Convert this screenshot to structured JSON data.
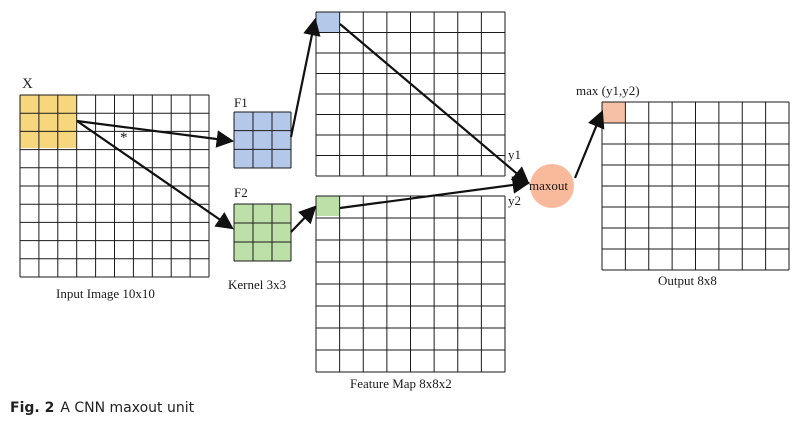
{
  "labels": {
    "x": "X",
    "star": "*",
    "f1": "F1",
    "f2": "F2",
    "y1": "y1",
    "y2": "y2",
    "maxout": "maxout",
    "max_label": "max (y1,y2)",
    "input_caption": "Input Image 10x10",
    "kernel_caption": "Kernel 3x3",
    "feature_caption": "Feature Map 8x8x2",
    "output_caption": "Output 8x8"
  },
  "figure": {
    "number": "Fig. 2",
    "title": "A CNN maxout unit"
  },
  "colors": {
    "input_highlight": "#f7d77e",
    "f1_fill": "#b4c8ea",
    "f2_fill": "#bde0a8",
    "feature_blue": "#b4c8ea",
    "feature_green": "#bde0a8",
    "output_highlight": "#f6c0a6",
    "maxout_node": "#f9b99b",
    "grid_line": "#1a1a1a"
  }
}
